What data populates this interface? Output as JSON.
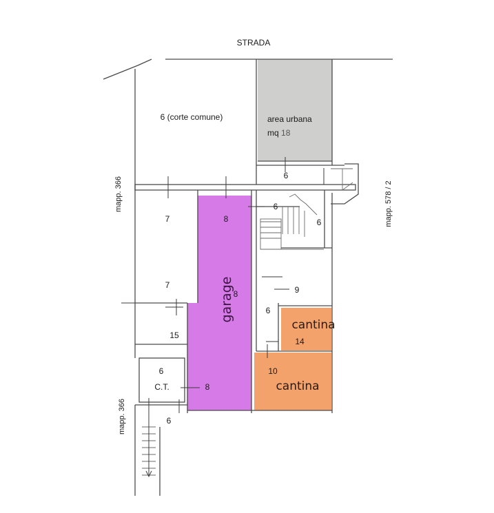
{
  "plan": {
    "street_label": "STRADA",
    "courtyard": {
      "num": "6",
      "name": "(corte comune)"
    },
    "urban_area": {
      "title": "area urbana",
      "mq_prefix": "mq",
      "mq_value": "18"
    },
    "rooms": {
      "n6_top": "6",
      "n7_a": "7",
      "n8_top": "8",
      "n6_stairs": "6",
      "n6_right": "6",
      "n7_b": "7",
      "n8_mid": "8",
      "n9": "9",
      "n6_corridor": "6",
      "n15": "15",
      "n14": "14",
      "n10": "10",
      "n6_ct": "6",
      "ct": "C.T.",
      "n8_bottom": "8",
      "n6_bottom": "6"
    },
    "garage_label": "garage",
    "cantina_top": "cantina",
    "cantina_bottom": "cantina",
    "mapp_left_top": "mapp. 366",
    "mapp_left_bottom": "mapp. 366",
    "mapp_right": "mapp. 578 / 2"
  },
  "colors": {
    "garage": "#d67ae8",
    "cantina": "#f4a26b",
    "urban_area": "#cfcfcd"
  }
}
